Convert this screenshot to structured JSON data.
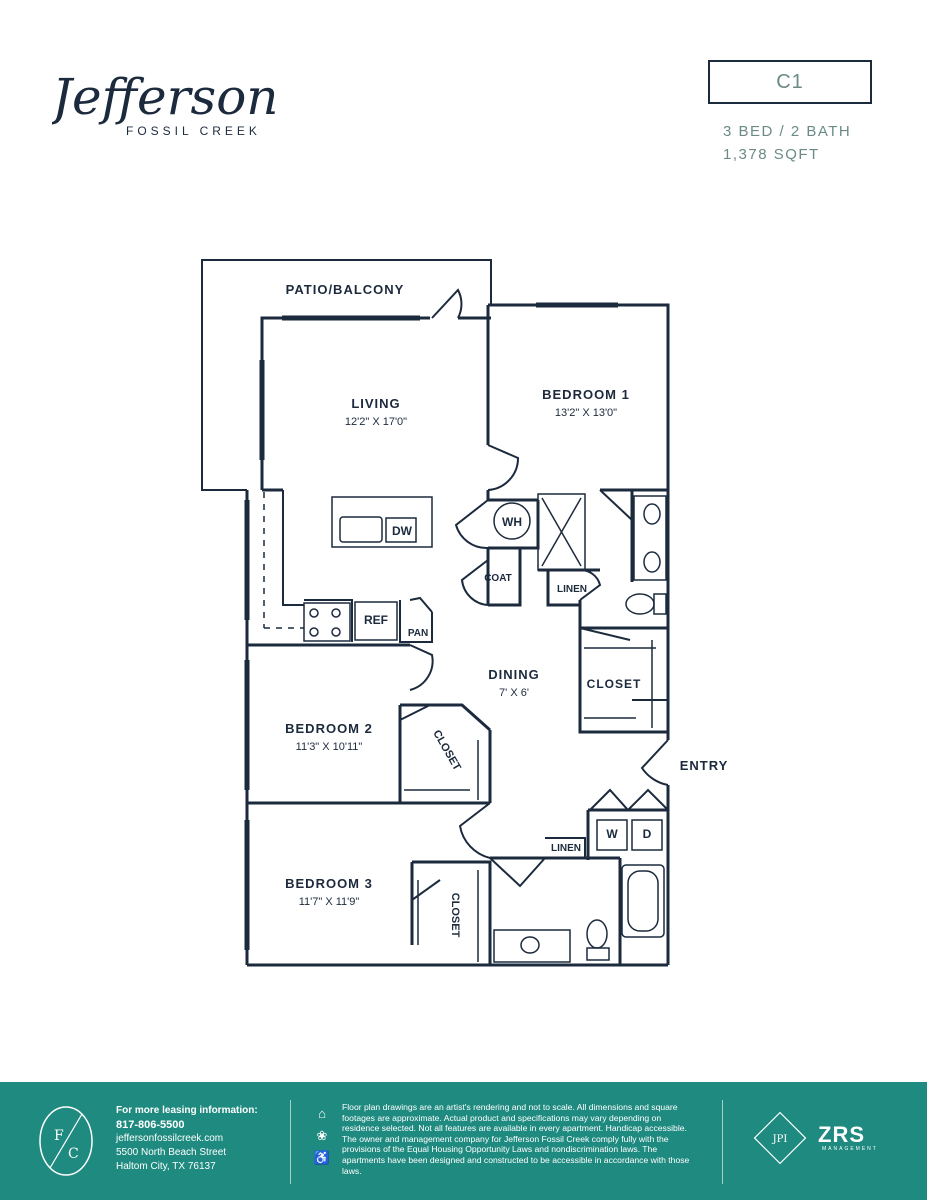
{
  "brand": {
    "script_name": "Jefferson",
    "subtitle": "FOSSIL CREEK"
  },
  "plan": {
    "code": "C1",
    "beds_baths": "3 BED / 2 BATH",
    "sqft": "1,378 SQFT"
  },
  "rooms": {
    "patio": "PATIO/BALCONY",
    "living": "LIVING",
    "living_size": "12'2\" X 17'0\"",
    "bedroom1": "BEDROOM 1",
    "bedroom1_size": "13'2\" X 13'0\"",
    "dining": "DINING",
    "dining_size": "7' X 6'",
    "bedroom2": "BEDROOM 2",
    "bedroom2_size": "11'3\" X 10'11\"",
    "bedroom3": "BEDROOM 3",
    "bedroom3_size": "11'7\" X 11'9\"",
    "entry": "ENTRY",
    "wh": "WH",
    "coat": "COAT",
    "linen1": "LINEN",
    "linen2": "LINEN",
    "closet_master": "CLOSET",
    "closet_b2": "CLOSET",
    "closet_b3": "CLOSET",
    "dw": "DW",
    "ref": "REF",
    "pan": "PAN",
    "washer": "W",
    "dryer": "D"
  },
  "footer": {
    "logo_letters": [
      "F",
      "C"
    ],
    "leasing_title": "For more leasing information:",
    "phone": "817-806-5500",
    "website": "jeffersonfossilcreek.com",
    "address1": "5500 North Beach Street",
    "address2": "Haltom City, TX 76137",
    "disclaimer": "Floor plan drawings are an artist's rendering and not to scale. All dimensions and square footages are approximate. Actual product and specifications may vary depending on residence selected. Not all features are available in every apartment. Handicap accessible. The owner and management company for Jefferson Fossil Creek comply fully with the provisions of the Equal Housing Opportunity Laws and nondiscrimination laws. The apartments have been designed and constructed to be accessible in accordance with those laws.",
    "jpi_logo": "JPI",
    "zrs_logo": "ZRS",
    "zrs_sub": "MANAGEMENT"
  },
  "colors": {
    "wall": "#1c2a3d",
    "accent": "#6b8a86",
    "footer_bg": "#1f8a7f"
  }
}
